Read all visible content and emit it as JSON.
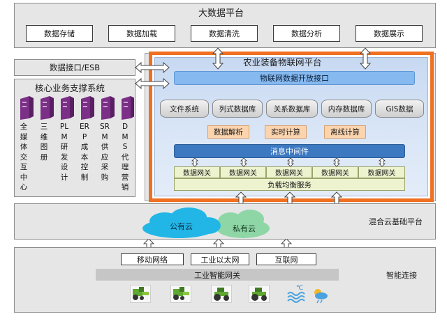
{
  "big_data_platform": {
    "title": "大数据平台",
    "items": [
      "数据存储",
      "数据加载",
      "数据清洗",
      "数据分析",
      "数据展示"
    ]
  },
  "left": {
    "interface_esb": "数据接口/ESB",
    "core_title": "核心业务支撑系统",
    "systems": [
      "全媒体交互中心",
      "三维图册",
      "PLM研发设计",
      "ERP成本控制",
      "SRM供应采购",
      "DMS代理营销"
    ]
  },
  "iot_platform": {
    "title": "农业装备物联网平台",
    "open_interface": "物联网数据开放接口",
    "storage": [
      "文件系统",
      "列式数据库",
      "关系数据库",
      "内存数据库",
      "GIS数据"
    ],
    "compute": [
      "数据解析",
      "实时计算",
      "离线计算"
    ],
    "middleware": "消息中间件",
    "gateways": [
      "数据网关",
      "数据网关",
      "数据网关",
      "数据网关",
      "数据网关"
    ],
    "load_balance": "负载均衡服务"
  },
  "hybrid_cloud": {
    "title": "混合云基础平台",
    "public_cloud": "公有云",
    "private_cloud": "私有云"
  },
  "smart_connect": {
    "title": "智能连接",
    "networks": [
      "移动网络",
      "工业以太网",
      "互联网"
    ],
    "gateway": "工业智能网关",
    "weather_label": "℃",
    "devices": [
      "harvester-icon",
      "harvester-icon",
      "tractor-icon",
      "tractor-icon",
      "water-icon",
      "weather-icon"
    ]
  },
  "colors": {
    "iot_border": "#f07022",
    "dark_blue": "#3d79c1",
    "light_blue": "#86b9ef",
    "peach": "#fbd4ae",
    "gateway_green": "#eef3cf",
    "public_cloud": "#22b6e6",
    "private_cloud": "#8fd6a6"
  }
}
